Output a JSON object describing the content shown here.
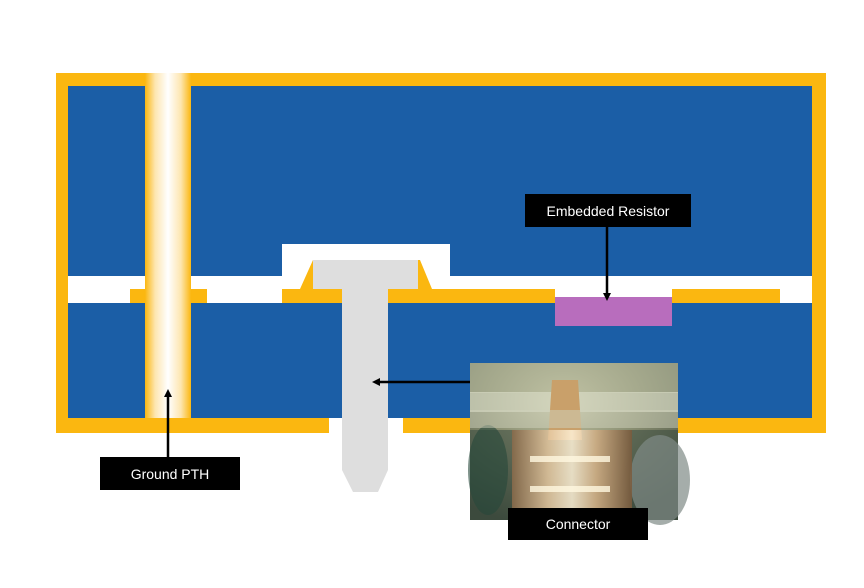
{
  "diagram": {
    "labels": {
      "embedded_resistor": "Embedded Resistor",
      "ground_pth": "Ground PTH",
      "connector": "Connector"
    },
    "colors": {
      "substrate": "#1b5ea6",
      "copper": "#fbb710",
      "resistor": "#b86dbd",
      "connector_pin": "#dedede",
      "background": "#ffffff",
      "callout_bg": "#000000",
      "callout_text": "#ffffff"
    }
  }
}
